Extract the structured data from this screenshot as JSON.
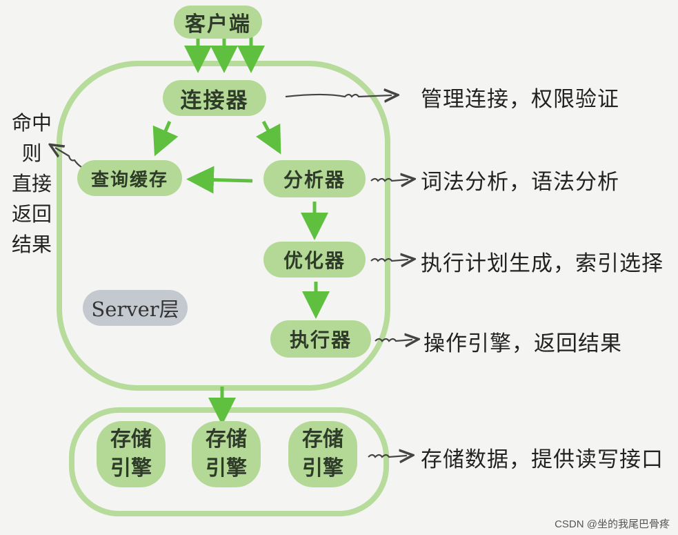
{
  "nodes": {
    "client": "客户端",
    "connector": "连接器",
    "query_cache": "查询缓存",
    "analyzer": "分析器",
    "optimizer": "优化器",
    "executor": "执行器",
    "server_layer": "Server层",
    "storage_engine_line1": "存储",
    "storage_engine_line2": "引擎"
  },
  "descriptions": {
    "connector": "管理连接，权限验证",
    "analyzer": "词法分析，语法分析",
    "optimizer": "执行计划生成，索引选择",
    "executor": "操作引擎，返回结果",
    "storage": "存储数据，提供读写接口"
  },
  "cache_hit_note": [
    "命中",
    "则",
    "直接",
    "返回",
    "结果"
  ],
  "watermark": "CSDN @坐的我尾巴骨疼",
  "colors": {
    "node_fill": "#b4d996",
    "border": "#b7db9a",
    "arrow": "#5fbf3f",
    "server_badge": "#c4c9d0"
  }
}
